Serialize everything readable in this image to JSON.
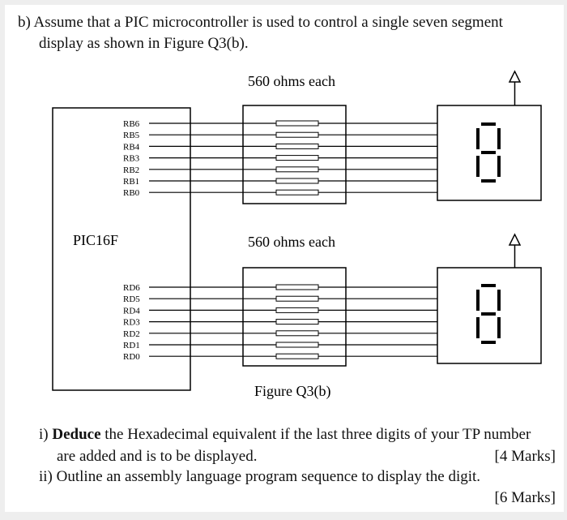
{
  "question": {
    "intro_line1": "b) Assume that a PIC microcontroller is used to control a single seven segment",
    "intro_line2": "display as shown in Figure Q3(b).",
    "part_i_label": "i)",
    "part_i_bold": "Deduce",
    "part_i_rest": " the Hexadecimal equivalent if the last three digits of your TP number",
    "part_i_line2": "are added and is to be displayed.",
    "part_i_marks": "[4 Marks]",
    "part_ii": "ii) Outline an assembly language program sequence to display the digit.",
    "part_ii_marks": "[6 Marks]"
  },
  "figure": {
    "caption": "Figure Q3(b)",
    "mcu_label": "PIC16F",
    "resistor_label_top": "560 ohms each",
    "resistor_label_bottom": "560 ohms each",
    "port_b_pins": [
      "RB6",
      "RB5",
      "RB4",
      "RB3",
      "RB2",
      "RB1",
      "RB0"
    ],
    "port_d_pins": [
      "RD6",
      "RD5",
      "RD4",
      "RD3",
      "RD2",
      "RD1",
      "RD0"
    ],
    "display_digit": "8"
  }
}
